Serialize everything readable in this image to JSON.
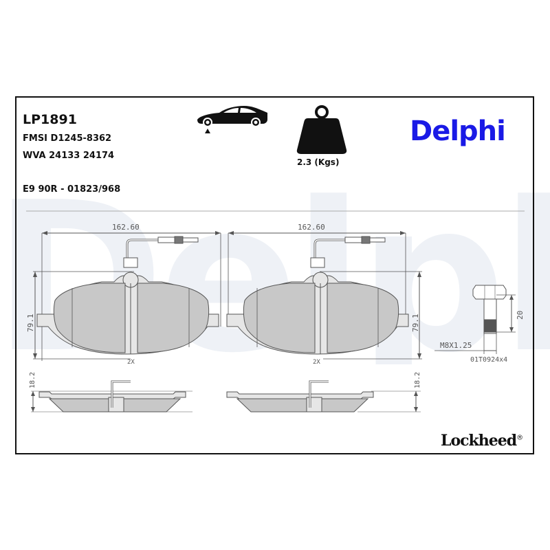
{
  "product": {
    "code": "LP1891",
    "fmsi": "FMSI D1245-8362",
    "wva": "WVA 24133 24174",
    "ece_approval": "E9 90R - 01823/968"
  },
  "icons": {
    "car": "car-front-axle-icon",
    "weight": "weight-icon"
  },
  "weight": {
    "label": "2.3 (Kgs)"
  },
  "brand": {
    "name": "Delphi",
    "color": "#1a1ae6",
    "watermark_text": "Delphi",
    "watermark_color": "#eef1f6"
  },
  "sub_brand": {
    "name": "Lockheed",
    "mark": "®"
  },
  "drawing": {
    "pad_left": {
      "width_dim": "162.60",
      "height_dim": "79.1",
      "quantity": "2X",
      "thickness_dim": "18.2"
    },
    "pad_right": {
      "width_dim": "162.60",
      "height_dim": "79.1",
      "quantity": "2X",
      "thickness_dim": "18.2"
    },
    "bolt": {
      "length_dim": "20",
      "thread": "M8X1.25",
      "part_ref": "01T0924x4"
    },
    "colors": {
      "pad_fill": "#c8c8c8",
      "backing_fill": "#e6e6e6",
      "line": "#555555"
    }
  }
}
